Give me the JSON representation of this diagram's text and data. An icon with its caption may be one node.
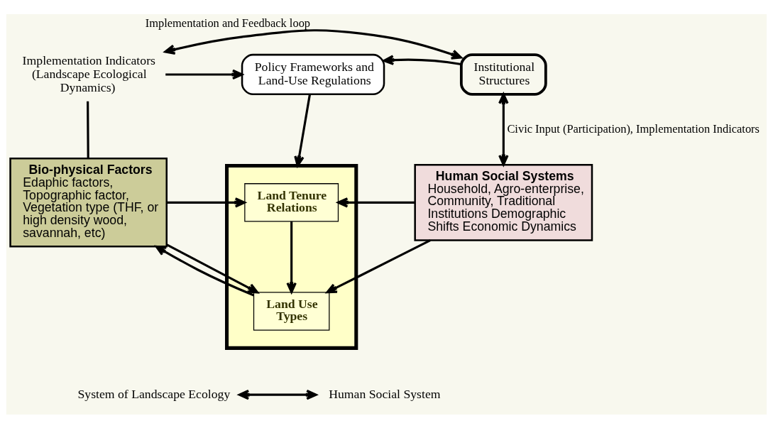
{
  "diagram": {
    "nodes": [
      {
        "text": [
          "Implementation Indicators (Landscape Ecological Dynamics)"
        ]
      },
      {
        "text": [
          "Policy Frameworks and Land-Use Regulations"
        ]
      },
      {
        "text": [
          "Institutional Structures"
        ]
      },
      {
        "text": [],
        "shape": "box"
      },
      {
        "text": [
          "Land Tenure Relations"
        ],
        "in": 3
      },
      {
        "text": [
          "Land Use Types"
        ],
        "in": 3
      },
      {
        "text": [
          "Bio-physical Factors",
          "Edaphic factors, Topographic factor, Vegetation type (THF, or high density wood, savannah, etc)"
        ]
      },
      {
        "text": [
          "Human Social Systems",
          "Household, Agro-enterprise, Community, Traditional Institutions Demographic Shifts Economic Dynamics"
        ]
      },
      {
        "text": [
          "System of Landscape Ecology"
        ]
      },
      {
        "text": [
          "Human Social System"
        ]
      }
    ],
    "edges": [
      {
        "from": 0,
        "to": 2,
        "arrow": "both",
        "label": "Implementation and Feedback loop"
      },
      {
        "from": 0,
        "to": 1,
        "arrow": "to"
      },
      {
        "from": 2,
        "to": 1,
        "arrow": "to"
      },
      {
        "from": 1,
        "to": 3,
        "arrow": "to"
      },
      {
        "from": 0,
        "to": 6,
        "arrow": "none"
      },
      {
        "from": 2,
        "to": 7,
        "arrow": "both",
        "label": "Civic Input (Participation), Implementation Indicators"
      },
      {
        "from": 6,
        "to": 4,
        "arrow": "to"
      },
      {
        "from": 7,
        "to": 4,
        "arrow": "to"
      },
      {
        "from": 4,
        "to": 5,
        "arrow": "to"
      },
      {
        "from": 5,
        "to": 6,
        "arrow": "to"
      },
      {
        "from": 6,
        "to": 5,
        "arrow": "to"
      },
      {
        "from": 7,
        "to": 5,
        "arrow": "to"
      },
      {
        "from": 8,
        "to": 9,
        "arrow": "both"
      }
    ]
  }
}
